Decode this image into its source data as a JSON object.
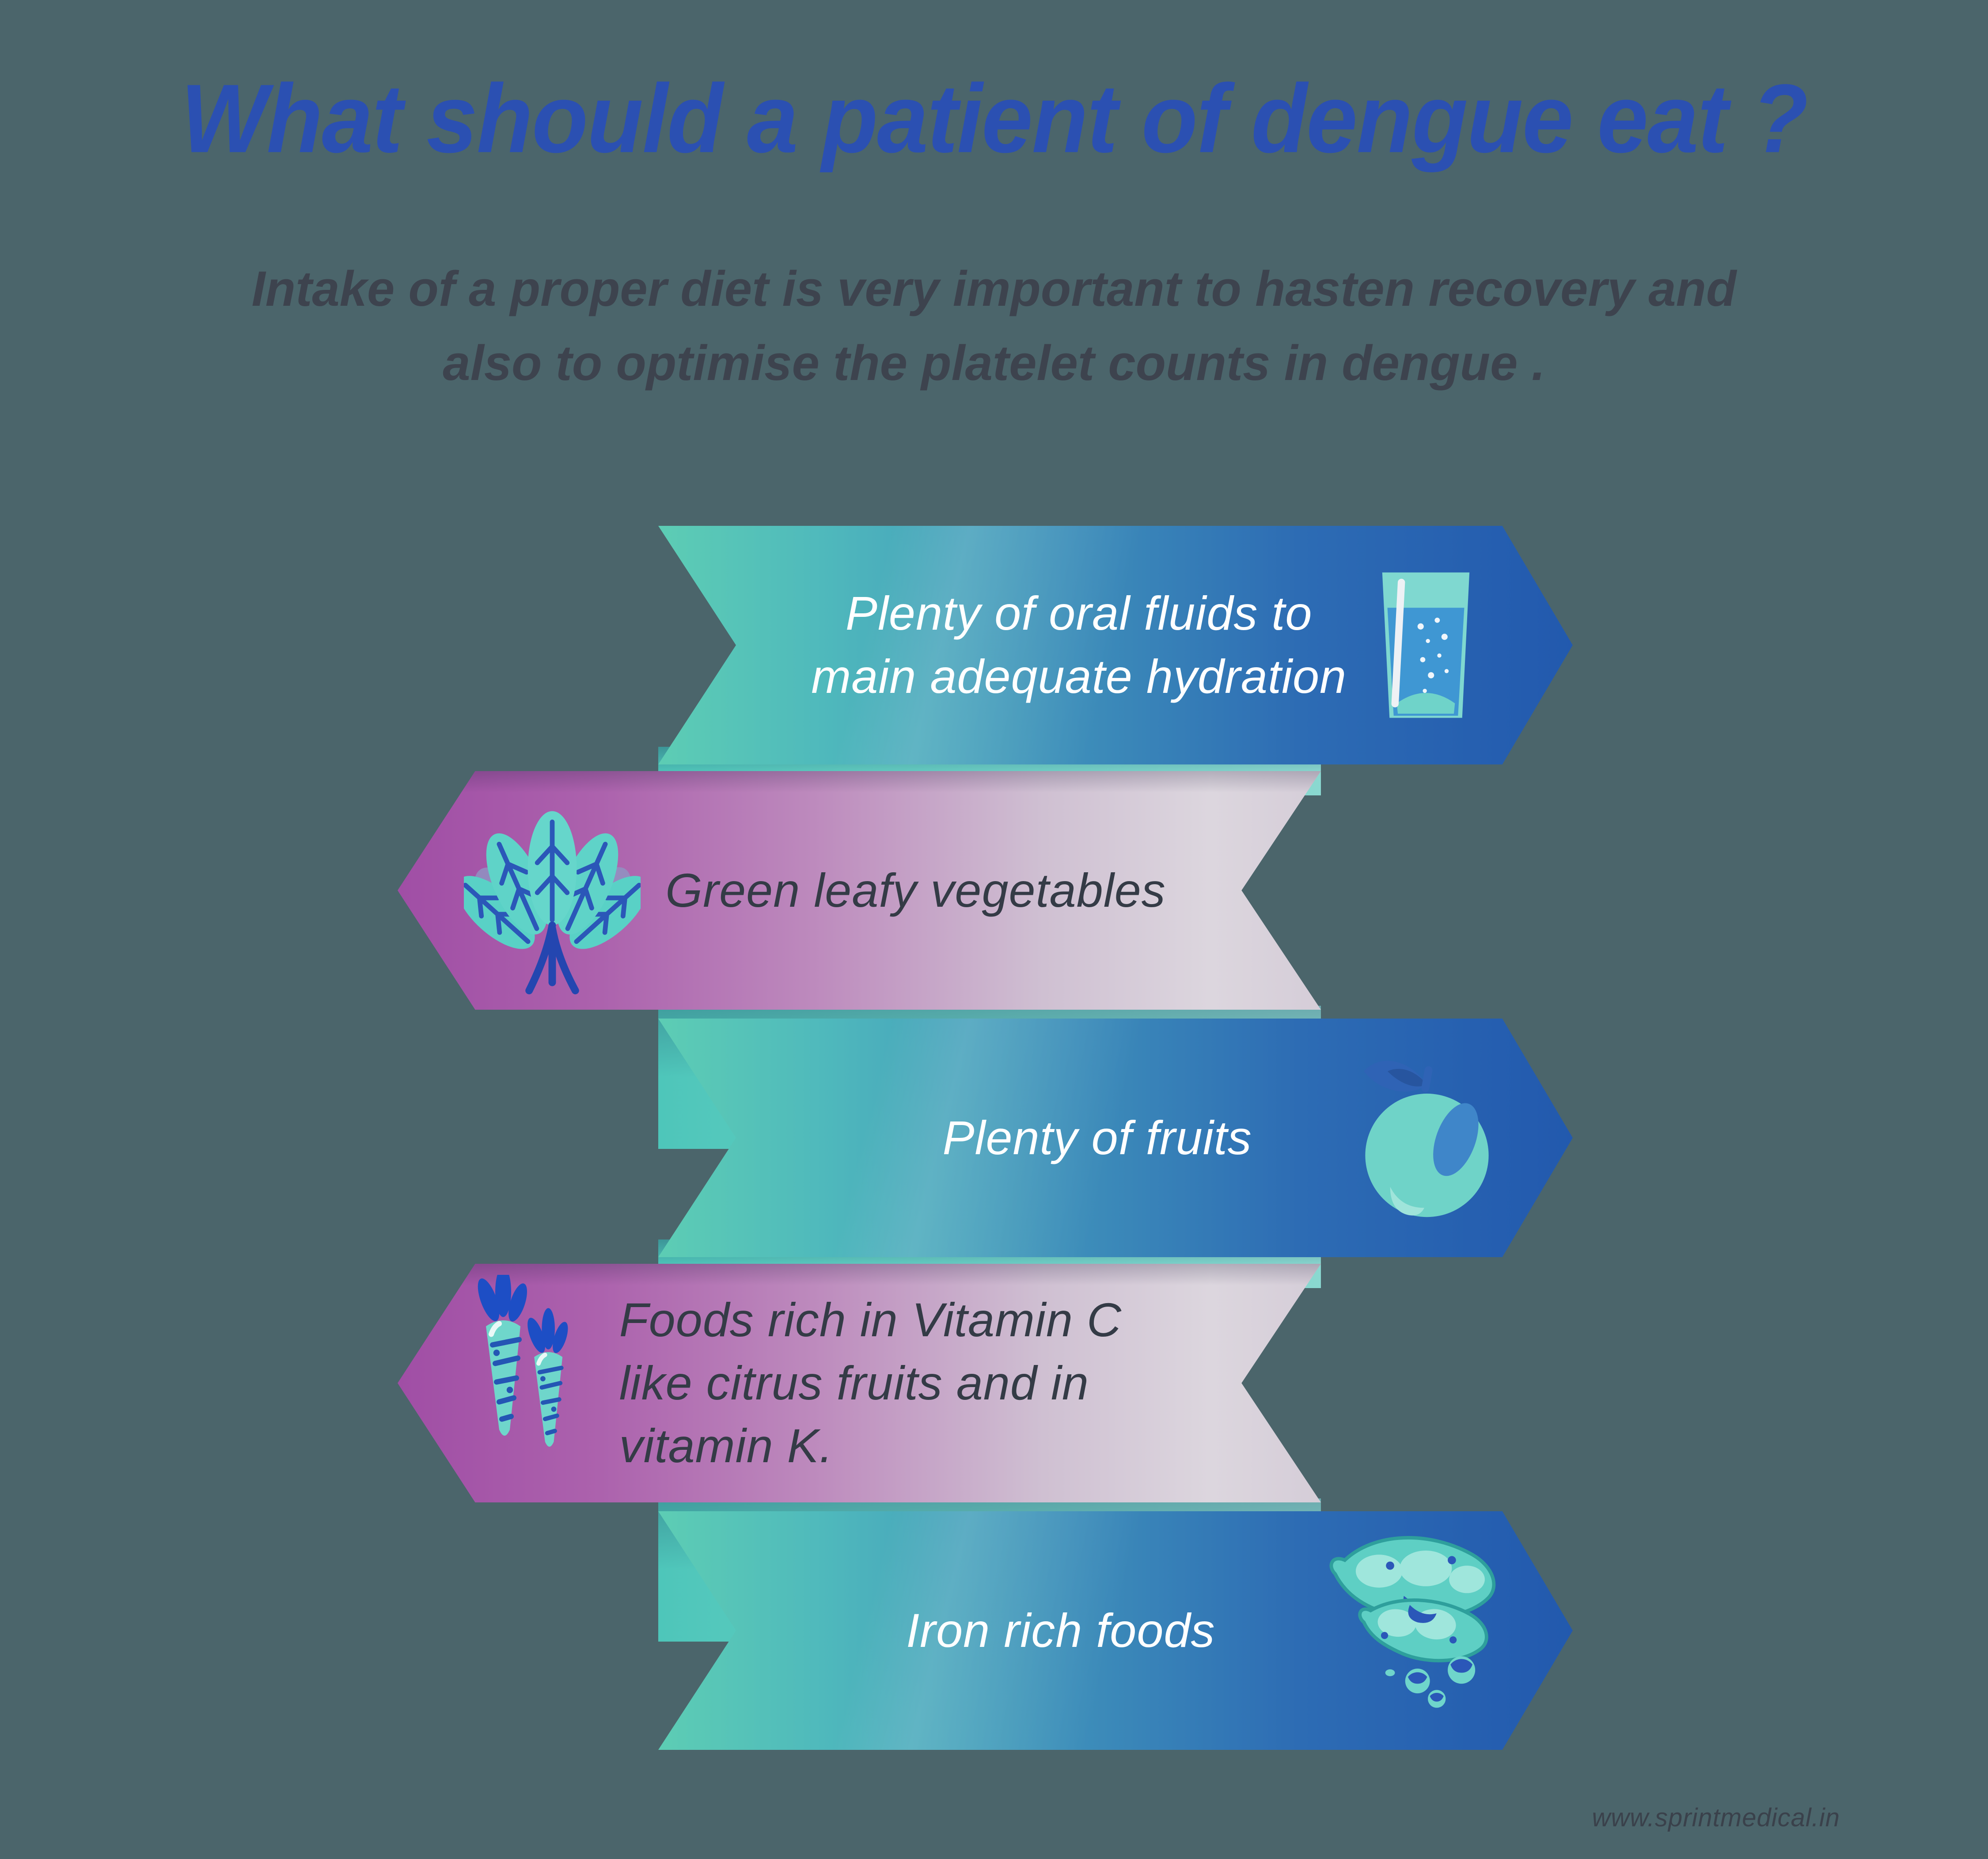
{
  "infographic": {
    "title": "What should a patient of dengue eat ?",
    "subtitle_line1": "Intake of a proper diet is very important to hasten recovery and",
    "subtitle_line2": "also to optimise the platelet counts in dengue .",
    "banners": [
      {
        "direction": "right",
        "label_line1": "Plenty of oral fluids to",
        "label_line2": "main adequate hydration",
        "icon": "water-glass-icon"
      },
      {
        "direction": "left",
        "label_line1": "Green leafy vegetables",
        "icon": "leafy-vegetables-icon"
      },
      {
        "direction": "right",
        "label_line1": "Plenty of fruits",
        "icon": "fruit-icon"
      },
      {
        "direction": "left",
        "label_line1": "Foods rich in Vitamin C",
        "label_line2": "like citrus fruits and in",
        "label_line3": "vitamin K.",
        "icon": "carrots-icon"
      },
      {
        "direction": "right",
        "label_line1": "Iron rich foods",
        "icon": "soybean-pods-icon"
      }
    ],
    "footer": {
      "website": "www.sprintmedical.in"
    },
    "colors": {
      "background": "#4b656b",
      "title": "#2b50b2",
      "subtitle": "#3d434e",
      "banner_text_light": "#ffffff",
      "banner_text_dark": "#343b46",
      "ribbon_teal": "#5dcdb4",
      "ribbon_blue": "#2259ae",
      "ribbon_purple": "#a04ea5",
      "ribbon_lavender": "#dcd6de",
      "fold_teal": "#6ed0c6",
      "icon_teal": "#6fd5cb",
      "icon_blue": "#2b57b8"
    }
  }
}
